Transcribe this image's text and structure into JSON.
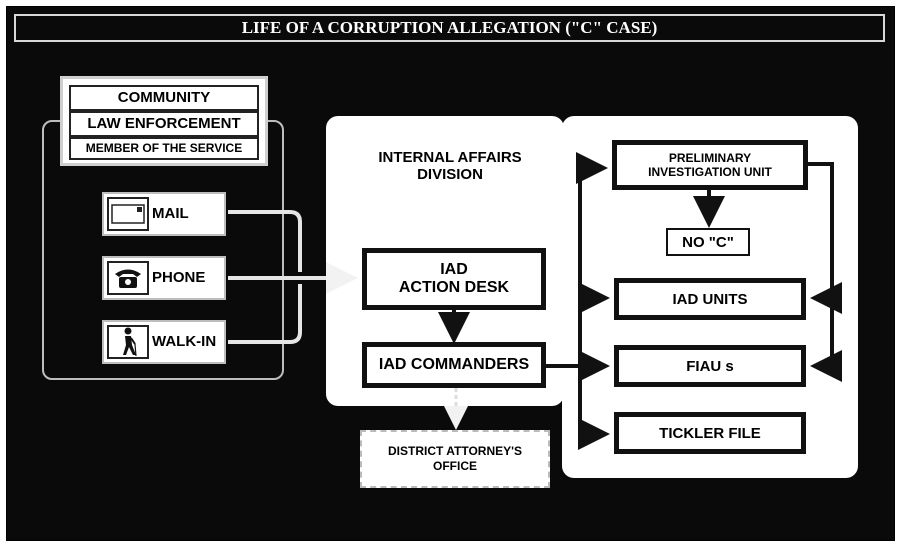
{
  "title": "LIFE OF A CORRUPTION ALLEGATION (\"C\" CASE)",
  "sources": [
    "COMMUNITY",
    "LAW ENFORCEMENT",
    "MEMBER OF THE SERVICE"
  ],
  "channels": {
    "mail": "MAIL",
    "phone": "PHONE",
    "walkin": "WALK-IN"
  },
  "iad": {
    "label_line1": "INTERNAL AFFAIRS",
    "label_line2": "DIVISION",
    "action_desk_line1": "IAD",
    "action_desk_line2": "ACTION DESK",
    "commanders": "IAD COMMANDERS"
  },
  "piu": {
    "line1": "PRELIMINARY",
    "line2": "INVESTIGATION UNIT"
  },
  "no_c": "NO \"C\"",
  "iad_units": "IAD UNITS",
  "fiaus": "FIAU s",
  "tickler": "TICKLER FILE",
  "da": {
    "line1": "DISTRICT ATTORNEY'S",
    "line2": "OFFICE"
  },
  "icons": {
    "mail": "envelope-icon",
    "phone": "telephone-icon",
    "walkin": "walking-person-icon"
  },
  "colors": {
    "background": "#0a0a0a",
    "boxes": "#ffffff",
    "lines": "#111111"
  }
}
